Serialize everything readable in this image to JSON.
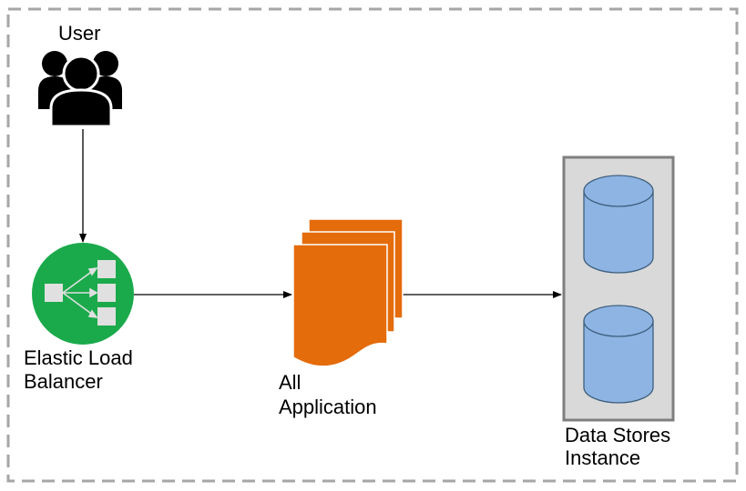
{
  "nodes": {
    "user": {
      "label": "User",
      "icon": "user-group-icon"
    },
    "load_balancer": {
      "label_line1": "Elastic Load",
      "label_line2": "Balancer",
      "icon": "load-balancer-icon"
    },
    "application": {
      "label_line1": "All",
      "label_line2": "Application",
      "icon": "document-stack-icon"
    },
    "data_stores": {
      "label_line1": "Data Stores",
      "label_line2": "Instance",
      "icon": "database-icon"
    }
  },
  "edges": [
    {
      "from": "user",
      "to": "load_balancer"
    },
    {
      "from": "load_balancer",
      "to": "application"
    },
    {
      "from": "application",
      "to": "data_stores"
    }
  ],
  "colors": {
    "boundary_border": "#a6a6a6",
    "load_balancer_fill": "#1aaa4b",
    "load_balancer_boxes": "#e0e0e0",
    "document_fill": "#e46c0a",
    "document_stroke": "#ffffff",
    "datastore_panel": "#d9d9d9",
    "datastore_panel_border": "#7f7f7f",
    "cylinder_fill": "#8db4e2",
    "cylinder_stroke": "#3f5f7f",
    "user_icon": "#000000",
    "edge": "#000000"
  }
}
